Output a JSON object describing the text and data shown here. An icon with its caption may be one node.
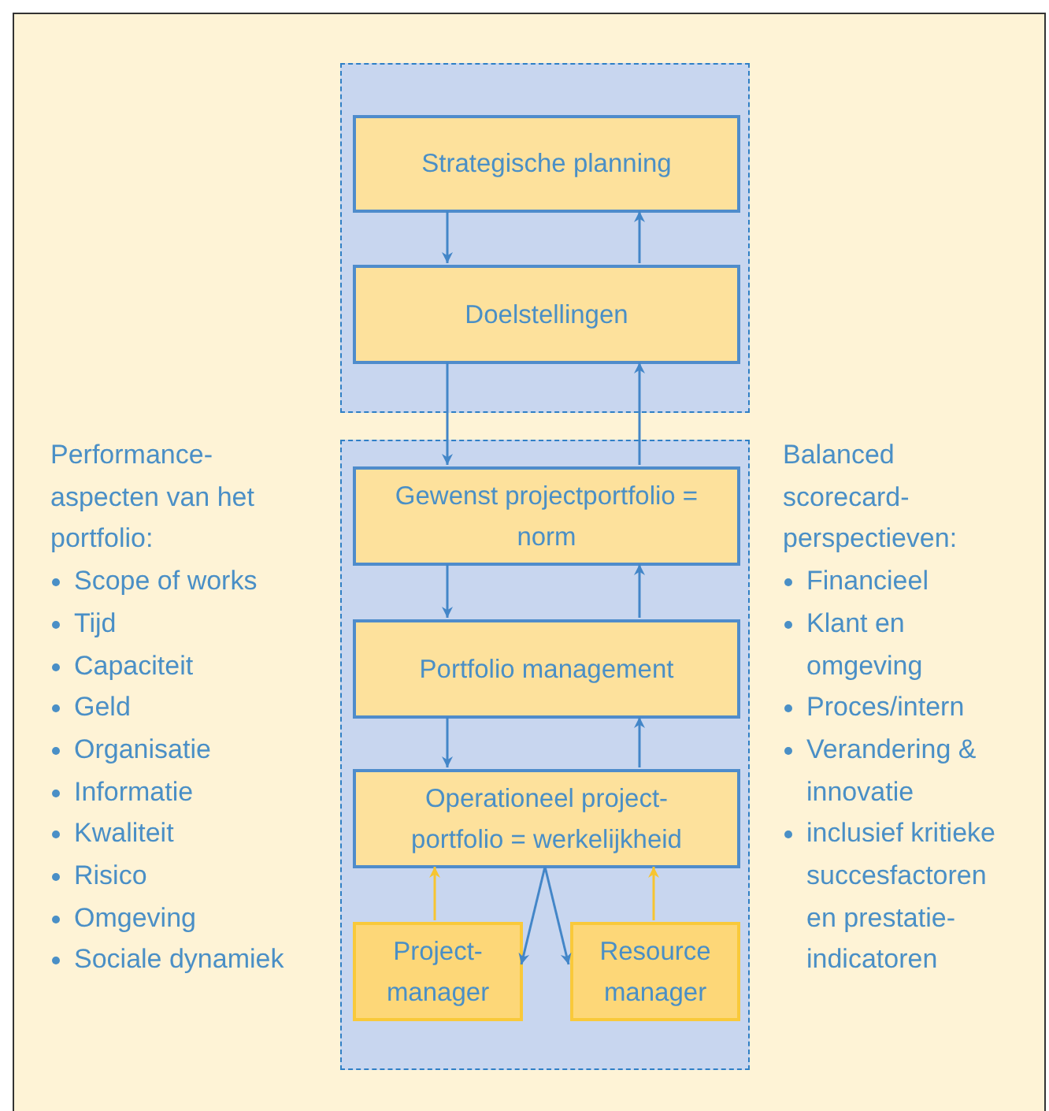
{
  "diagram": {
    "nodes": [
      {
        "text": [],
        "shape": "box"
      },
      {
        "text": [
          "Strategische planning"
        ],
        "in": 0
      },
      {
        "text": [
          "Doelstellingen"
        ],
        "in": 0
      },
      {
        "text": [],
        "shape": "box"
      },
      {
        "text": [
          "Gewenst projectportfolio = norm"
        ],
        "in": 3
      },
      {
        "text": [
          "Portfolio management"
        ],
        "in": 3
      },
      {
        "text": [
          "Operationeel project-portfolio = werkelijkheid"
        ],
        "in": 3
      },
      {
        "text": [
          "Project-manager"
        ],
        "in": 3
      },
      {
        "text": [
          "Resource manager"
        ],
        "in": 3
      }
    ],
    "edges": [
      {
        "from": 1,
        "to": 2,
        "arrow": "to"
      },
      {
        "from": 2,
        "to": 1,
        "arrow": "to"
      },
      {
        "from": 2,
        "to": 4,
        "arrow": "to"
      },
      {
        "from": 4,
        "to": 2,
        "arrow": "to"
      },
      {
        "from": 4,
        "to": 5,
        "arrow": "to"
      },
      {
        "from": 5,
        "to": 4,
        "arrow": "to"
      },
      {
        "from": 5,
        "to": 6,
        "arrow": "to"
      },
      {
        "from": 6,
        "to": 5,
        "arrow": "to"
      },
      {
        "from": 7,
        "to": 6,
        "arrow": "to",
        "color": "#f7c531"
      },
      {
        "from": 8,
        "to": 6,
        "arrow": "to",
        "color": "#f7c531"
      },
      {
        "from": 6,
        "to": 7,
        "arrow": "to"
      },
      {
        "from": 6,
        "to": 8,
        "arrow": "to"
      }
    ],
    "labels": [
      "Performance-aspecten van het portfolio:",
      "Scope of works",
      "Tijd",
      "Capaciteit",
      "Geld",
      "Organisatie",
      "Informatie",
      "Kwaliteit",
      "Risico",
      "Omgeving",
      "Sociale dynamiek",
      "Balanced scorecard-perspectieven:",
      "Financieel",
      "Klant en omgeving",
      "Proces/intern",
      "Verandering & innovatie",
      "inclusief kritieke succesfactoren en prestatie-indicatoren"
    ]
  }
}
